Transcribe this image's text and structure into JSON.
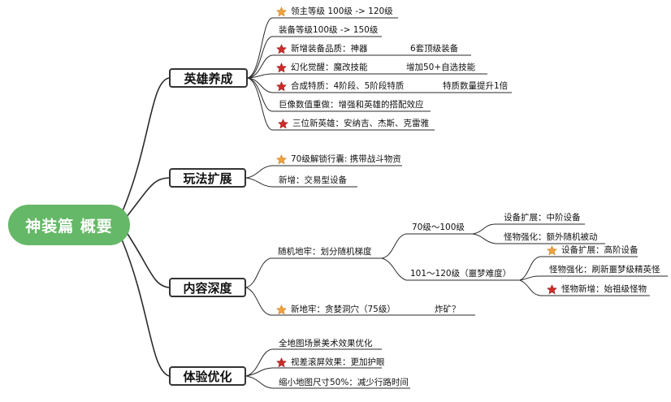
{
  "root": {
    "label": "神装篇 概要"
  },
  "branches": {
    "hero": {
      "label": "英雄养成",
      "items": [
        {
          "text": "领主等级 100级 -> 120级",
          "star": "orange"
        },
        {
          "text": "装备等级100级 -> 150级",
          "star": "none"
        },
        {
          "text": "新增装备品质：神器",
          "star": "red",
          "note": "6套顶级装备"
        },
        {
          "text": "幻化觉醒：魔改技能",
          "star": "red",
          "note": "增加50+自选技能"
        },
        {
          "text": "合成特质：4阶段、5阶段特质",
          "star": "red",
          "note": "特质数量提升1倍"
        },
        {
          "text": "巨像数值重做：增强和英雄的搭配效应",
          "star": "none"
        },
        {
          "text": "三位新英雄：安纳吉、杰斯、克雷雅",
          "star": "red"
        }
      ]
    },
    "gameplay": {
      "label": "玩法扩展",
      "items": [
        {
          "text": "70级解锁行囊: 携带战斗物资",
          "star": "orange"
        },
        {
          "text": "新增：交易型设备",
          "star": "none"
        }
      ]
    },
    "content": {
      "label": "内容深度",
      "random_dungeon": "随机地牢：划分随机梯度",
      "tier1": {
        "label": "70级～100级",
        "items": [
          {
            "text": "设备扩展：中阶设备",
            "star": "none"
          },
          {
            "text": "怪物强化：额外随机被动",
            "star": "none"
          }
        ]
      },
      "tier2": {
        "label": "101～120级（噩梦难度）",
        "items": [
          {
            "text": "设备扩展：高阶设备",
            "star": "orange"
          },
          {
            "text": "怪物强化：刷新噩梦级精英怪",
            "star": "none"
          },
          {
            "text": "怪物新增：始祖级怪物",
            "star": "red"
          }
        ]
      },
      "new_dungeon": {
        "text": "新地牢：贪婪洞穴（75级）",
        "star": "orange",
        "note": "炸矿？"
      }
    },
    "experience": {
      "label": "体验优化",
      "items": [
        {
          "text": "全地图场景美术效果优化",
          "star": "none"
        },
        {
          "text": "视差滚屏效果：更加护眼",
          "star": "red"
        },
        {
          "text": "缩小地图尺寸50%：减少行路时间",
          "star": "none"
        }
      ]
    }
  },
  "colors": {
    "root_fill": "#65b867",
    "link": "#2a2a2a",
    "star_red": "#cf2b2b",
    "star_orange": "#f0a23c"
  }
}
